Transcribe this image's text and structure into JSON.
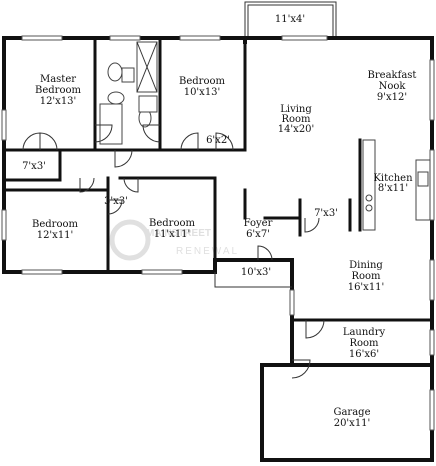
{
  "rooms": {
    "master_bedroom": {
      "name_line1": "Master",
      "name_line2": "Bedroom",
      "dims": "12'x13'"
    },
    "bedroom_2": {
      "name": "Bedroom",
      "dims": "10'x13'"
    },
    "closet_6x2": {
      "dims": "6'x2'"
    },
    "closet_7x3": {
      "dims": "7'x3'"
    },
    "bedroom_3": {
      "name": "Bedroom",
      "dims": "12'x11'"
    },
    "bedroom_4": {
      "name": "Bedroom",
      "dims": "11'x11'"
    },
    "hall_closet": {
      "dims": "3'x3'"
    },
    "living_room": {
      "name_line1": "Living",
      "name_line2": "Room",
      "dims": "14'x20'"
    },
    "patio": {
      "dims": "11'x4'"
    },
    "breakfast_nook": {
      "name_line1": "Breakfast",
      "name_line2": "Nook",
      "dims": "9'x12'"
    },
    "kitchen": {
      "name": "Kitchen",
      "dims": "8'x11'"
    },
    "pantry": {
      "dims": "7'x3'"
    },
    "foyer": {
      "name": "Foyer",
      "dims": "6'x7'"
    },
    "porch": {
      "dims": "10'x3'"
    },
    "dining_room": {
      "name_line1": "Dining",
      "name_line2": "Room",
      "dims": "16'x11'"
    },
    "laundry_room": {
      "name_line1": "Laundry",
      "name_line2": "Room",
      "dims": "16'x6'"
    },
    "garage": {
      "name": "Garage",
      "dims": "20'x11'"
    }
  },
  "watermark": {
    "line1": "MAINSTREET",
    "line2": "RENEWAL"
  },
  "colors": {
    "wall": "#111111",
    "watermark": "#dddddd"
  }
}
